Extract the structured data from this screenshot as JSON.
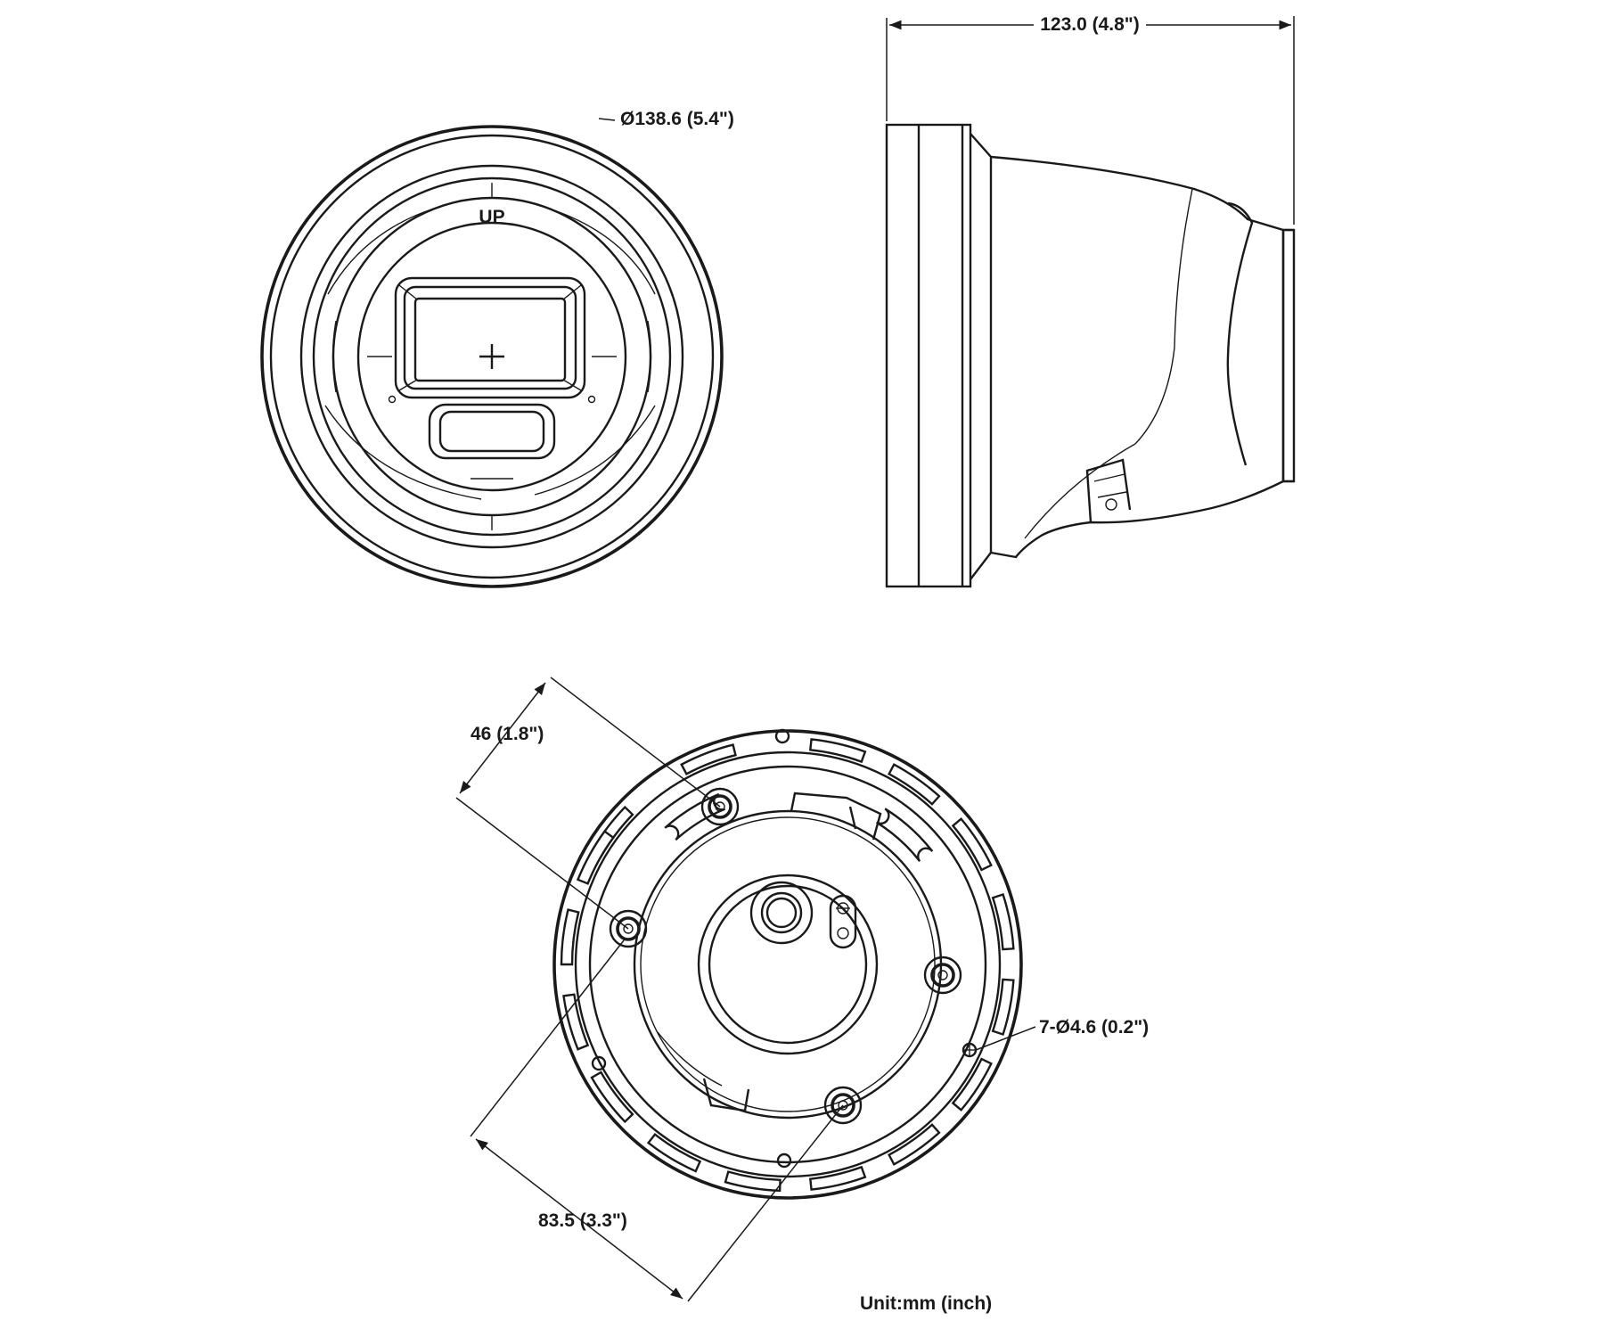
{
  "dimensions": {
    "dome_diameter": "Ø138.6 (5.4\")",
    "total_depth": "123.0 (4.8\")",
    "hole_spacing_short": "46 (1.8\")",
    "hole_spacing_long": "83.5 (3.3\")",
    "mount_holes": "7-Ø4.6 (0.2\")"
  },
  "front_view": {
    "up_mark": "UP"
  },
  "unit_note": "Unit:mm (inch)"
}
